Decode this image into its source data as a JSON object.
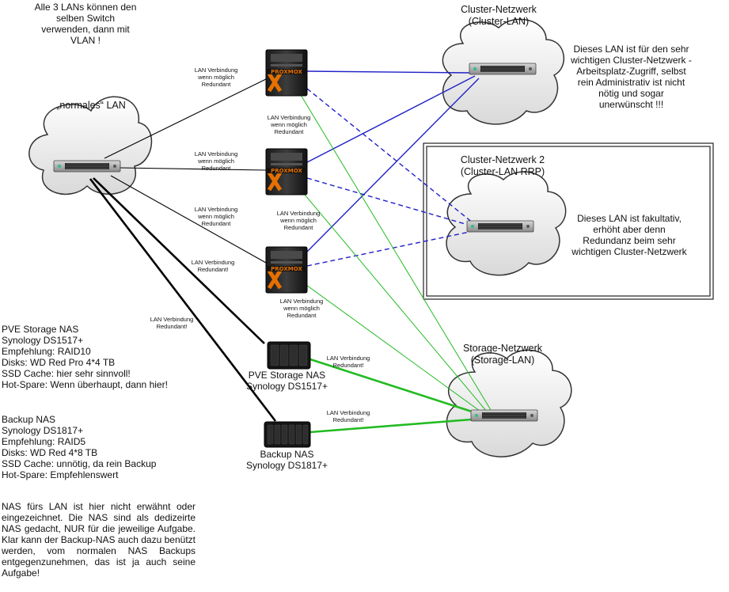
{
  "notes": {
    "top_vlan": "Alle 3 LANs können den\nselben Switch\nverwenden, dann mit\nVLAN !",
    "cluster_lan_desc": "Dieses LAN ist für den sehr\nwichtigen Cluster-Netzwerk -\nArbeitsplatz-Zugriff, selbst\nrein Administrativ ist nicht\nnötig und sogar\nunerwünscht !!!",
    "rrp_desc": "Dieses LAN ist fakultativ,\nerhöht aber denn\nRedundanz beim sehr\nwichtigen Cluster-Netzwerk",
    "pve_nas_desc": "PVE Storage NAS\nSynology DS1517+\nEmpfehlung: RAID10\nDisks: WD Red Pro 4*4 TB\nSSD Cache: hier sehr sinnvoll!\nHot-Spare: Wenn überhaupt, dann hier!",
    "backup_nas_desc": "Backup NAS\nSynology DS1817+\nEmpfehlung: RAID5\nDisks: WD Red 4*8 TB\nSSD Cache: unnötig, da rein Backup\nHot-Spare: Empfehlenswert",
    "bottom_note": "NAS fürs LAN ist hier nicht erwähnt oder eingezeichnet. Die NAS sind als dedizeirte NAS gedacht, NUR für die jeweilige Aufgabe. Klar kann der Backup-NAS auch dazu benützt werden, vom normalen NAS Backups entgegenzunehmen, das ist ja auch seine Aufgabe!"
  },
  "networks": {
    "normal_lan": "„normales“ LAN",
    "cluster_lan": "Cluster-Netzwerk\n(Cluster-LAN)",
    "cluster_rrp": "Cluster-Netzwerk 2\n(Cluster-LAN RRP)",
    "storage_lan": "Storage-Netzwerk\n(Storage-LAN)"
  },
  "devices": {
    "server_logo": "PROXMOX",
    "pve_nas_label": "PVE Storage NAS\nSynology DS1517+",
    "backup_nas_label": "Backup NAS\nSynology DS1817+"
  },
  "link_labels": {
    "lan_redundant_possible": "LAN Verbindung\nwenn möglich\nRedundant",
    "lan_redundant": "LAN Verbindung\nRedundant!"
  },
  "colors": {
    "lan_line": "#000000",
    "cluster_line": "#2020c8",
    "storage_line": "#22bb22",
    "proxmox_orange": "#e57000"
  }
}
